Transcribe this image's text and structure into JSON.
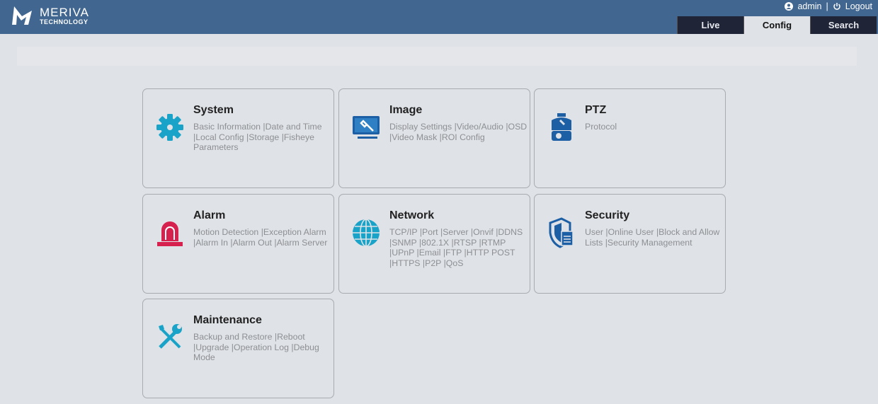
{
  "header": {
    "brand": "MERIVA",
    "brand_sub": "TECHNOLOGY",
    "user": "admin",
    "separator": "|",
    "logout": "Logout",
    "tabs": [
      {
        "label": "Live"
      },
      {
        "label": "Config",
        "active": true
      },
      {
        "label": "Search"
      }
    ]
  },
  "colors": {
    "header": "#41668f",
    "tab": "#1f2436",
    "accent": "#1aa3c8",
    "alarm": "#d6204e",
    "icon_blue": "#1d5fa4"
  },
  "cards": [
    {
      "title": "System",
      "icon": "gear-icon",
      "links": [
        "Basic Information",
        "Date and Time",
        "Local Config",
        "Storage",
        "Fisheye Parameters"
      ]
    },
    {
      "title": "Image",
      "icon": "monitor-wrench-icon",
      "links": [
        "Display Settings",
        "Video/Audio",
        "OSD",
        "Video Mask",
        "ROI Config"
      ]
    },
    {
      "title": "PTZ",
      "icon": "ptz-camera-icon",
      "links": [
        "Protocol"
      ]
    },
    {
      "title": "Alarm",
      "icon": "alarm-siren-icon",
      "links": [
        "Motion Detection",
        "Exception Alarm",
        "Alarm In",
        "Alarm Out",
        "Alarm Server"
      ]
    },
    {
      "title": "Network",
      "icon": "globe-icon",
      "links": [
        "TCP/IP",
        "Port",
        "Server",
        "Onvif",
        "DDNS",
        "SNMP",
        "802.1X",
        "RTSP",
        "RTMP",
        "UPnP",
        "Email",
        "FTP",
        "HTTP POST",
        "HTTPS",
        "P2P",
        "QoS"
      ]
    },
    {
      "title": "Security",
      "icon": "shield-document-icon",
      "links": [
        "User",
        "Online User",
        "Block and Allow Lists",
        "Security Management"
      ]
    },
    {
      "title": "Maintenance",
      "icon": "tools-icon",
      "links": [
        "Backup and Restore",
        "Reboot",
        "Upgrade",
        "Operation Log",
        "Debug Mode"
      ]
    }
  ]
}
